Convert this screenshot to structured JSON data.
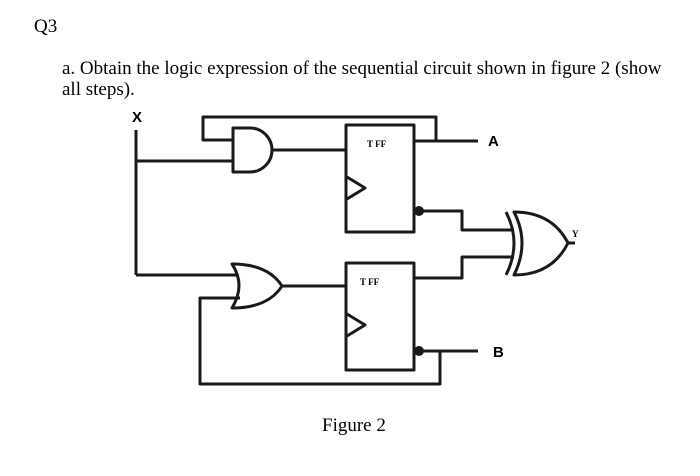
{
  "question": {
    "number": "Q3",
    "text": "a. Obtain the logic expression of the sequential circuit shown in figure 2 (show all steps)."
  },
  "circuit": {
    "input_label": "X",
    "top_ff_label": "T FF",
    "bottom_ff_label": "T FF",
    "output_a_label": "A",
    "output_b_label": "B",
    "output_y_label": "Y",
    "line_color": "#1a1a1a"
  },
  "figure": {
    "caption": "Figure 2"
  }
}
